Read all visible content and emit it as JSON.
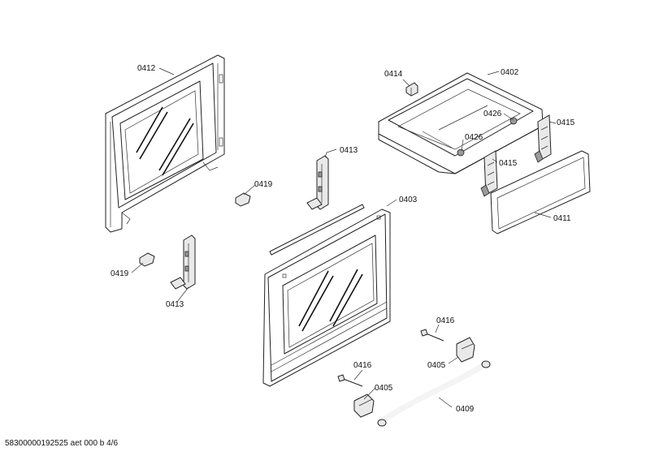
{
  "callouts": [
    {
      "id": "c0412",
      "label": "0412"
    },
    {
      "id": "c0414",
      "label": "0414"
    },
    {
      "id": "c0402",
      "label": "0402"
    },
    {
      "id": "c0426a",
      "label": "0426"
    },
    {
      "id": "c0426b",
      "label": "0426"
    },
    {
      "id": "c0415a",
      "label": "0415"
    },
    {
      "id": "c0415b",
      "label": "0415"
    },
    {
      "id": "c0413a",
      "label": "0413"
    },
    {
      "id": "c0419a",
      "label": "0419"
    },
    {
      "id": "c0403",
      "label": "0403"
    },
    {
      "id": "c0411",
      "label": "0411"
    },
    {
      "id": "c0419b",
      "label": "0419"
    },
    {
      "id": "c0413b",
      "label": "0413"
    },
    {
      "id": "c0416a",
      "label": "0416"
    },
    {
      "id": "c0405a",
      "label": "0405"
    },
    {
      "id": "c0416b",
      "label": "0416"
    },
    {
      "id": "c0405b",
      "label": "0405"
    },
    {
      "id": "c0409",
      "label": "0409"
    }
  ],
  "footer": {
    "text": "58300000192525 aet 000 b 4/6"
  }
}
